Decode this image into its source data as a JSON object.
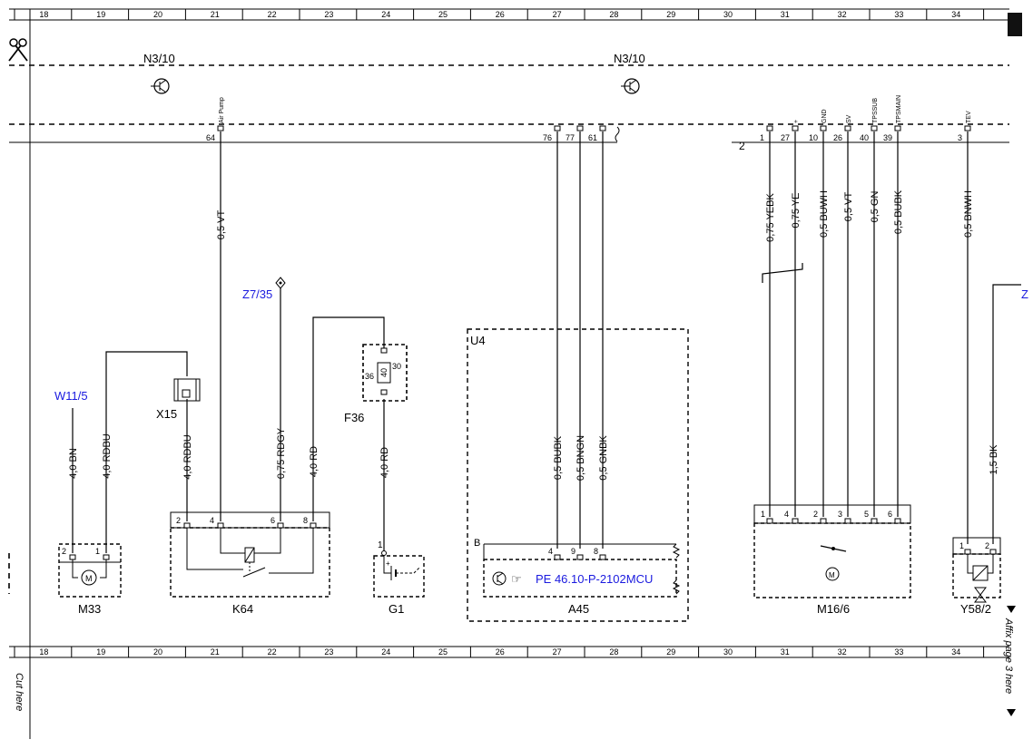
{
  "grid": {
    "columns": [
      "18",
      "19",
      "20",
      "21",
      "22",
      "23",
      "24",
      "25",
      "26",
      "27",
      "28",
      "29",
      "30",
      "31",
      "32",
      "33",
      "34"
    ]
  },
  "module_top": {
    "left_label": "N3/10",
    "right_label": "N3/10",
    "connector_number": "2",
    "pins": [
      {
        "pin": "64",
        "signal": "Air Pump"
      },
      {
        "pin": "76",
        "signal": ""
      },
      {
        "pin": "77",
        "signal": ""
      },
      {
        "pin": "61",
        "signal": ""
      },
      {
        "pin": "1",
        "signal": ""
      },
      {
        "pin": "27",
        "signal": "+"
      },
      {
        "pin": "10",
        "signal": "GND"
      },
      {
        "pin": "26",
        "signal": "SV"
      },
      {
        "pin": "40",
        "signal": "TPSSUB"
      },
      {
        "pin": "39",
        "signal": "TPSMAIN"
      },
      {
        "pin": "3",
        "signal": "TEV"
      }
    ]
  },
  "wires": {
    "w_airpump": "0,5 VT",
    "w_yebk": "0,75 YEBK",
    "w_ye": "0,75 YE",
    "w_buwh": "0,5 BUWH",
    "w_vt": "0,5 VT",
    "w_gn": "0,5 GN",
    "w_bubk_top": "0,5 BUBK",
    "w_bnwh": "0,5 BNWH",
    "w_bn": "4,0 BN",
    "w_rdbu_m33": "4,0 RDBU",
    "w_rdbu_k64": "4,0 RDBU",
    "w_rdgy": "0,75 RDGY",
    "w_rd_k64": "4,0 RD",
    "w_rd_g1": "4,0 RD",
    "w_bubk_a45": "0,5 BUBK",
    "w_bngn": "0,5 BNGN",
    "w_gnbk": "0,5 GNBK",
    "w_bk": "1,5 BK"
  },
  "references": {
    "w11": "W11/5",
    "z7": "Z7/35",
    "z_cut": "Z"
  },
  "components": {
    "m33": {
      "label": "M33",
      "pins": [
        "2",
        "1"
      ]
    },
    "k64": {
      "label": "K64",
      "pins": [
        "2",
        "4",
        "6",
        "8"
      ]
    },
    "g1": {
      "label": "G1",
      "pin": "1"
    },
    "f36": {
      "label": "F36",
      "fuse_no": "36",
      "rating": "40",
      "terminal": "30"
    },
    "x15": {
      "label": "X15"
    },
    "u4": {
      "label": "U4"
    },
    "a45": {
      "label": "A45",
      "sub": "B",
      "pins": [
        "4",
        "9",
        "8"
      ],
      "ref": "PE 46.10-P-2102MCU"
    },
    "m16": {
      "label": "M16/6",
      "pins": [
        "1",
        "4",
        "2",
        "3",
        "5",
        "6"
      ]
    },
    "y58": {
      "label": "Y58/2",
      "pins": [
        "1",
        "2"
      ]
    }
  },
  "margin_text": {
    "cut_here": "Cut here",
    "affix": "Affix page 3 here"
  }
}
